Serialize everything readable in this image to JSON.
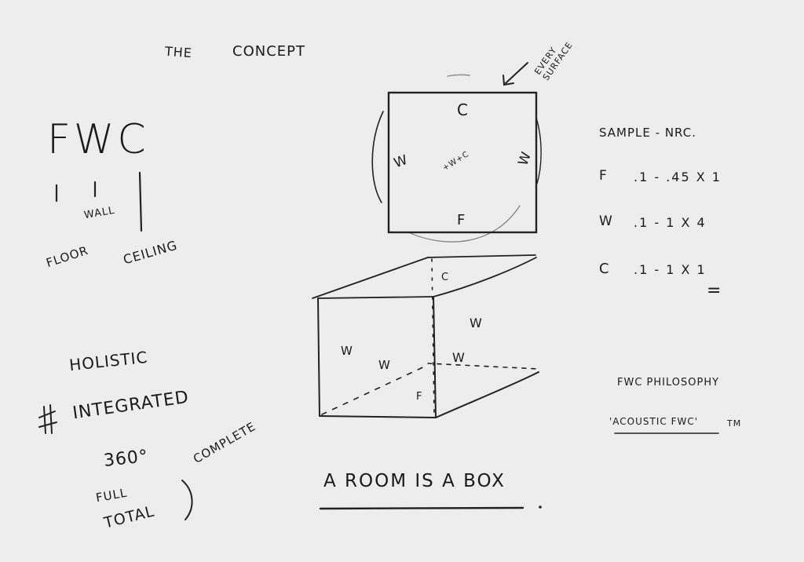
{
  "title": {
    "the": "THE",
    "concept": "CONCEPT"
  },
  "fwc": {
    "letters": "FWC",
    "floor": "FLOOR",
    "wall": "WALL",
    "ceiling": "CEILING"
  },
  "qualities": {
    "holistic": "HOLISTIC",
    "integrated": "INTEGRATED",
    "three_sixty": "360°",
    "full": "FULL",
    "total": "TOTAL",
    "complete": "COMPLETE"
  },
  "diagram_top": {
    "annotation": "EVERY SURFACE",
    "c": "C",
    "w_left": "W",
    "w_right": "W",
    "f": "F",
    "center": "+W+C"
  },
  "diagram_box": {
    "c": "C",
    "w1": "W",
    "w2": "W",
    "w3": "W",
    "w4": "W",
    "f": "F"
  },
  "caption": "A ROOM IS A BOX",
  "sample": {
    "header": "SAMPLE - NRC.",
    "rows": [
      {
        "label": "F",
        "value": ".1 - .45 x 1"
      },
      {
        "label": "W",
        "value": ".1 - 1 x 4"
      },
      {
        "label": "C",
        "value": ".1 - 1 x 1"
      }
    ],
    "equals": "="
  },
  "philosophy": {
    "heading": "FWC PHILOSOPHY",
    "brand": "'ACOUSTIC FWC'",
    "tm": "TM"
  }
}
